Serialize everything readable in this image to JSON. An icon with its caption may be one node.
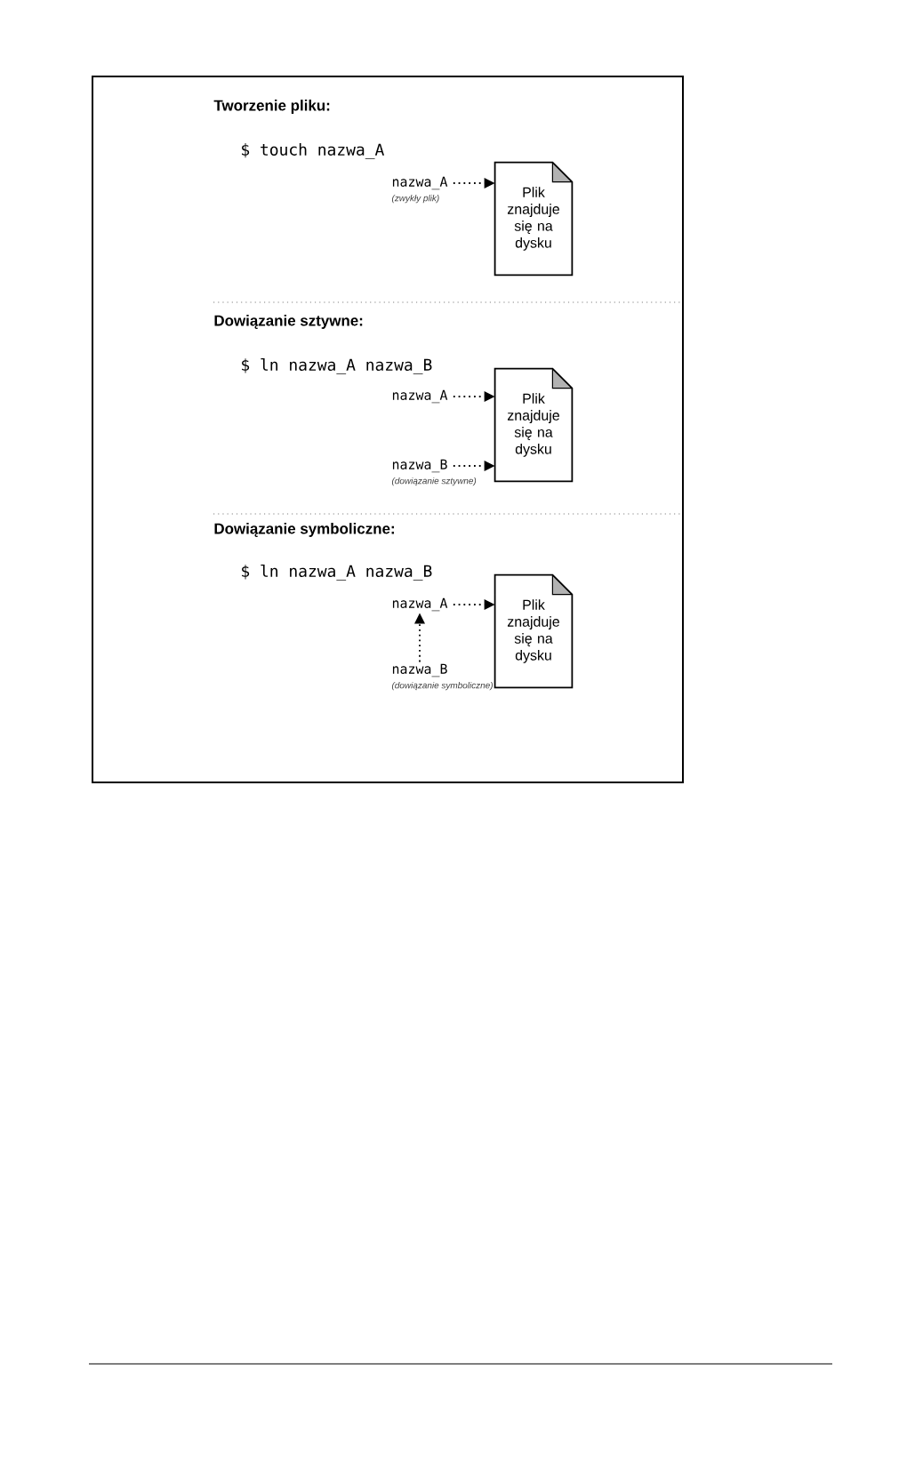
{
  "diagram": {
    "nodes": [
      {
        "text": [
          "nazwa_A"
        ],
        "beside": [
          "(zwykły plik)"
        ]
      },
      {
        "text": [
          "Plik znajduje się na dysku"
        ]
      },
      {
        "text": [
          "nazwa_A"
        ]
      },
      {
        "text": [
          "nazwa_B"
        ],
        "beside": [
          "(dowiązanie sztywne)"
        ]
      },
      {
        "text": [
          "Plik znajduje się na dysku"
        ]
      },
      {
        "text": [
          "nazwa_A"
        ]
      },
      {
        "text": [
          "nazwa_B"
        ],
        "beside": [
          "(dowiązanie symboliczne)"
        ]
      },
      {
        "text": [
          "Plik znajduje się na dysku"
        ]
      }
    ],
    "edges": [
      {
        "from": 0,
        "to": 1,
        "arrow": "to"
      },
      {
        "from": 2,
        "to": 4,
        "arrow": "to"
      },
      {
        "from": 3,
        "to": 4,
        "arrow": "to"
      },
      {
        "from": 5,
        "to": 7,
        "arrow": "to"
      },
      {
        "from": 6,
        "to": 5,
        "arrow": "to"
      }
    ],
    "labels": [
      "Tworzenie pliku:",
      "$ touch nazwa_A",
      "Dowiązanie sztywne:",
      "$ ln nazwa_A nazwa_B",
      "Dowiązanie symboliczne:",
      "$ ln nazwa_A nazwa_B"
    ]
  }
}
